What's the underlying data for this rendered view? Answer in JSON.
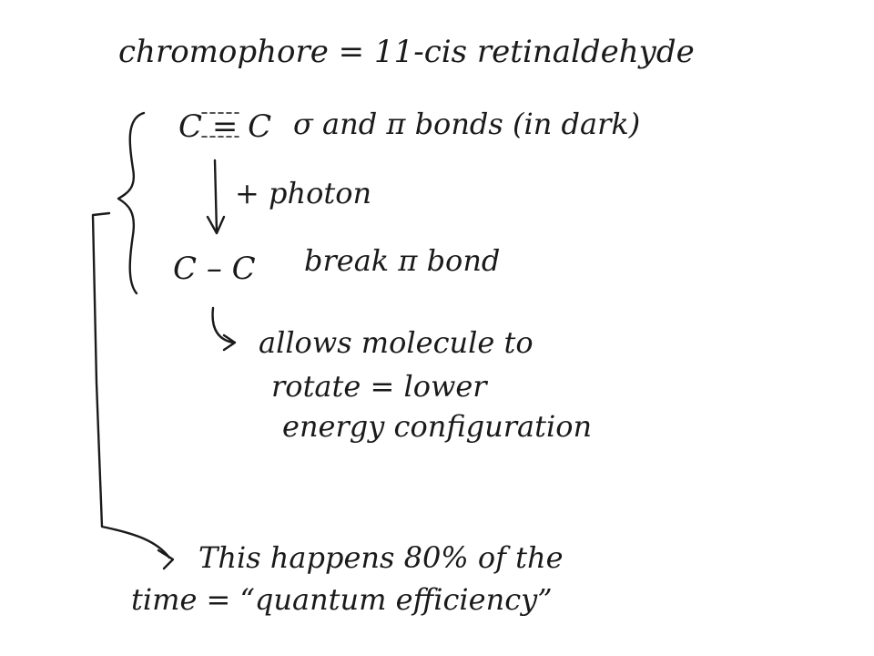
{
  "notes": {
    "line1": "chromophore = 11-cis retinaldehyde",
    "bond_double": "C = C",
    "bond_double_note": "σ and π bonds (in dark)",
    "photon": "+ photon",
    "bond_single": "C – C",
    "bond_single_note": "break π bond",
    "allows_1": "allows molecule to",
    "allows_2": "rotate = lower",
    "allows_3": "energy configuration",
    "happens_1": "This happens 80% of the",
    "happens_2": "time = “quantum efficiency”"
  }
}
